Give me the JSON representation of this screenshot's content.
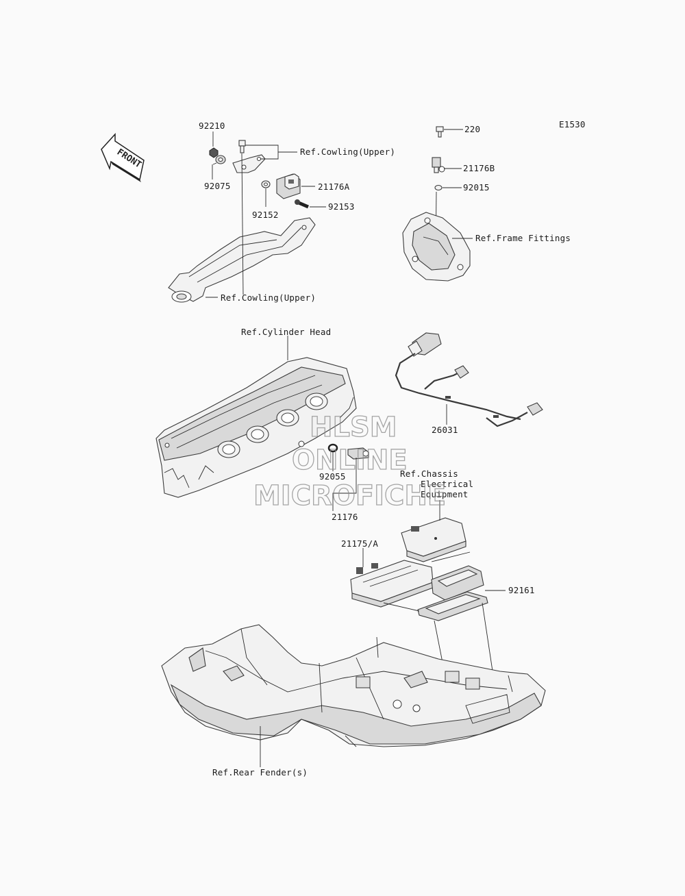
{
  "diagram_code": "E1530",
  "front_label": "FRONT",
  "watermark": {
    "line1": "HLSM",
    "line2": "ONLINE",
    "line3": "MICROFICHE"
  },
  "parts": {
    "p92210": "92210",
    "p92075": "92075",
    "p92152": "92152",
    "p92153": "92153",
    "p21176A": "21176A",
    "p220": "220",
    "p21176B": "21176B",
    "p92015": "92015",
    "p26031": "26031",
    "p92055": "92055",
    "p21176": "21176",
    "p21175A": "21175/A",
    "p92161": "92161"
  },
  "refs": {
    "cowling_upper_1": "Ref.Cowling(Upper)",
    "cowling_upper_2": "Ref.Cowling(Upper)",
    "frame_fittings": "Ref.Frame Fittings",
    "cylinder_head": "Ref.Cylinder Head",
    "chassis_line1": "Ref.Chassis",
    "chassis_line2": "Electrical",
    "chassis_line3": "Equipment",
    "rear_fender": "Ref.Rear Fender(s)"
  }
}
